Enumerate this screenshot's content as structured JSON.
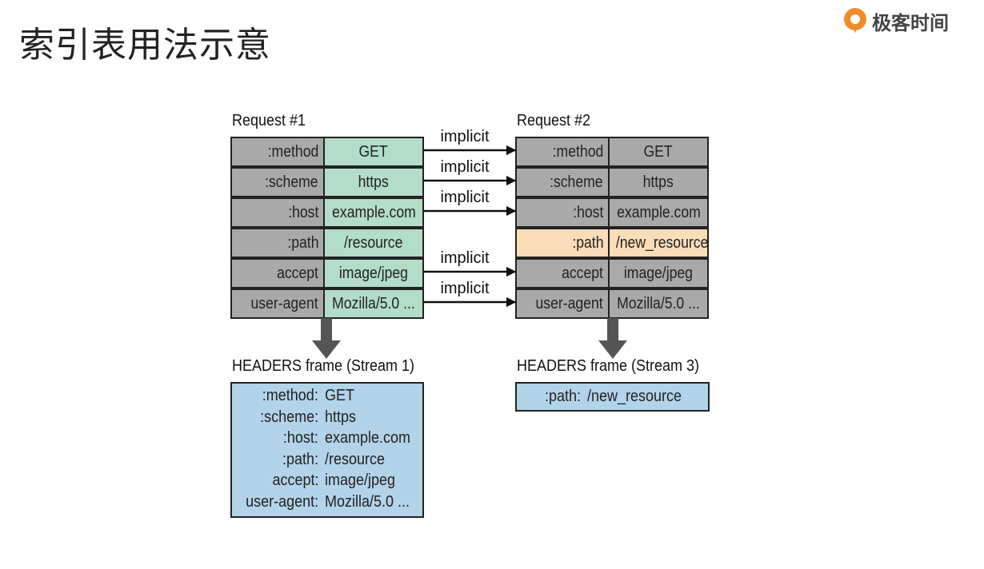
{
  "title": "索引表用法示意",
  "logo": {
    "text": "极客时间",
    "icon": "geekbang-logo-icon",
    "accent": "#f08c28"
  },
  "request1": {
    "label": "Request #1",
    "rows": [
      {
        "key": ":method",
        "value": "GET"
      },
      {
        "key": ":scheme",
        "value": "https"
      },
      {
        "key": ":host",
        "value": "example.com"
      },
      {
        "key": ":path",
        "value": "/resource"
      },
      {
        "key": "accept",
        "value": "image/jpeg"
      },
      {
        "key": "user-agent",
        "value": "Mozilla/5.0 ..."
      }
    ]
  },
  "request2": {
    "label": "Request #2",
    "rows": [
      {
        "key": ":method",
        "value": "GET"
      },
      {
        "key": ":scheme",
        "value": "https"
      },
      {
        "key": ":host",
        "value": "example.com"
      },
      {
        "key": ":path",
        "value": "/new_resource",
        "highlight": true
      },
      {
        "key": "accept",
        "value": "image/jpeg"
      },
      {
        "key": "user-agent",
        "value": "Mozilla/5.0 ..."
      }
    ]
  },
  "arrows": [
    {
      "label": "implicit"
    },
    {
      "label": "implicit"
    },
    {
      "label": "implicit"
    },
    {
      "label": "implicit"
    },
    {
      "label": "implicit"
    }
  ],
  "frame1": {
    "label": "HEADERS frame (Stream 1)",
    "lines": [
      {
        "key": ":method:",
        "value": "GET"
      },
      {
        "key": ":scheme:",
        "value": "https"
      },
      {
        "key": ":host:",
        "value": "example.com"
      },
      {
        "key": ":path:",
        "value": "/resource"
      },
      {
        "key": "accept:",
        "value": "image/jpeg"
      },
      {
        "key": "user-agent:",
        "value": "Mozilla/5.0 ..."
      }
    ]
  },
  "frame3": {
    "label": "HEADERS frame (Stream 3)",
    "lines": [
      {
        "key": ":path:",
        "value": "/new_resource"
      }
    ]
  },
  "colors": {
    "key_cell": "#a9a9a9",
    "request1_value": "#b3ddc8",
    "changed_value": "#fbdcb8",
    "frame_fill": "#b3d3e9",
    "down_arrow": "#555555"
  }
}
